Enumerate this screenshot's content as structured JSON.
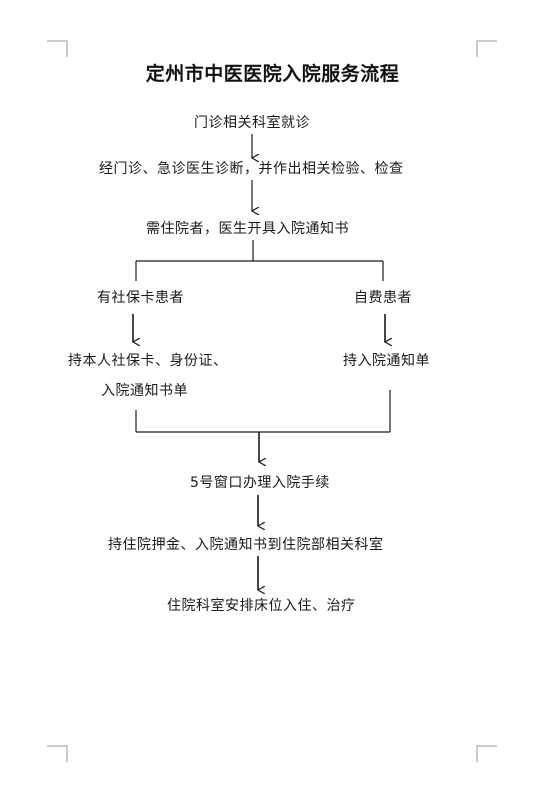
{
  "document": {
    "title": "定州市中医医院入院服务流程"
  },
  "flow": {
    "step1": "门诊相关科室就诊",
    "step2": "经门诊、急诊医生诊断，并作出相关检验、检查",
    "step3": "需住院者，医生开具入院通知书",
    "branch_left_label": "有社保卡患者",
    "branch_right_label": "自费患者",
    "branch_left_action_line1": "持本人社保卡、身份证、",
    "branch_left_action_line2": "入院通知书单",
    "branch_right_action": "持入院通知单",
    "step4": "5号窗口办理入院手续",
    "step5": "持住院押金、入院通知书到住院部相关科室",
    "step6": "住院科室安排床位入住、治疗"
  }
}
